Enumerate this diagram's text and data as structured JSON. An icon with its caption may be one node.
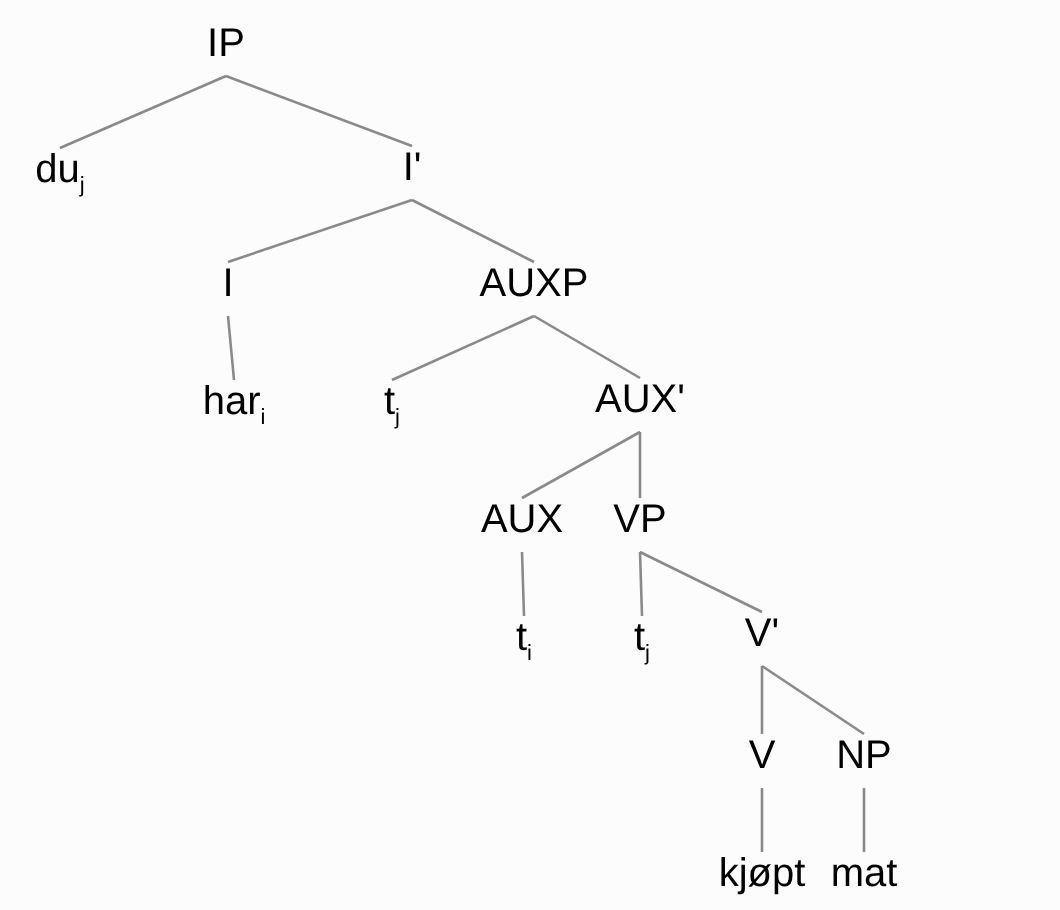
{
  "diagram": {
    "nodes": [
      {
        "text": [
          "IP"
        ]
      },
      {
        "text": [
          "du$_{j}$"
        ]
      },
      {
        "text": [
          "I'"
        ]
      },
      {
        "text": [
          "I"
        ]
      },
      {
        "text": [
          "AUXP"
        ]
      },
      {
        "text": [
          "har$_{i}$"
        ]
      },
      {
        "text": [
          "t$_{j}$"
        ]
      },
      {
        "text": [
          "AUX'"
        ]
      },
      {
        "text": [
          "AUX"
        ]
      },
      {
        "text": [
          "VP"
        ]
      },
      {
        "text": [
          "t$_{i}$"
        ]
      },
      {
        "text": [
          "t$_{j}$"
        ]
      },
      {
        "text": [
          "V'"
        ]
      },
      {
        "text": [
          "V"
        ]
      },
      {
        "text": [
          "NP"
        ]
      },
      {
        "text": [
          "kjøpt"
        ]
      },
      {
        "text": [
          "mat"
        ]
      }
    ],
    "edges": [
      {
        "from": 0,
        "to": 1,
        "arrow": "none"
      },
      {
        "from": 0,
        "to": 2,
        "arrow": "none"
      },
      {
        "from": 2,
        "to": 3,
        "arrow": "none"
      },
      {
        "from": 2,
        "to": 4,
        "arrow": "none"
      },
      {
        "from": 3,
        "to": 5,
        "arrow": "none"
      },
      {
        "from": 4,
        "to": 6,
        "arrow": "none"
      },
      {
        "from": 4,
        "to": 7,
        "arrow": "none"
      },
      {
        "from": 7,
        "to": 8,
        "arrow": "none"
      },
      {
        "from": 7,
        "to": 9,
        "arrow": "none"
      },
      {
        "from": 8,
        "to": 10,
        "arrow": "none"
      },
      {
        "from": 9,
        "to": 11,
        "arrow": "none"
      },
      {
        "from": 9,
        "to": 12,
        "arrow": "none"
      },
      {
        "from": 12,
        "to": 13,
        "arrow": "none"
      },
      {
        "from": 12,
        "to": 14,
        "arrow": "none"
      },
      {
        "from": 13,
        "to": 15,
        "arrow": "none"
      },
      {
        "from": 14,
        "to": 16,
        "arrow": "none"
      }
    ]
  }
}
